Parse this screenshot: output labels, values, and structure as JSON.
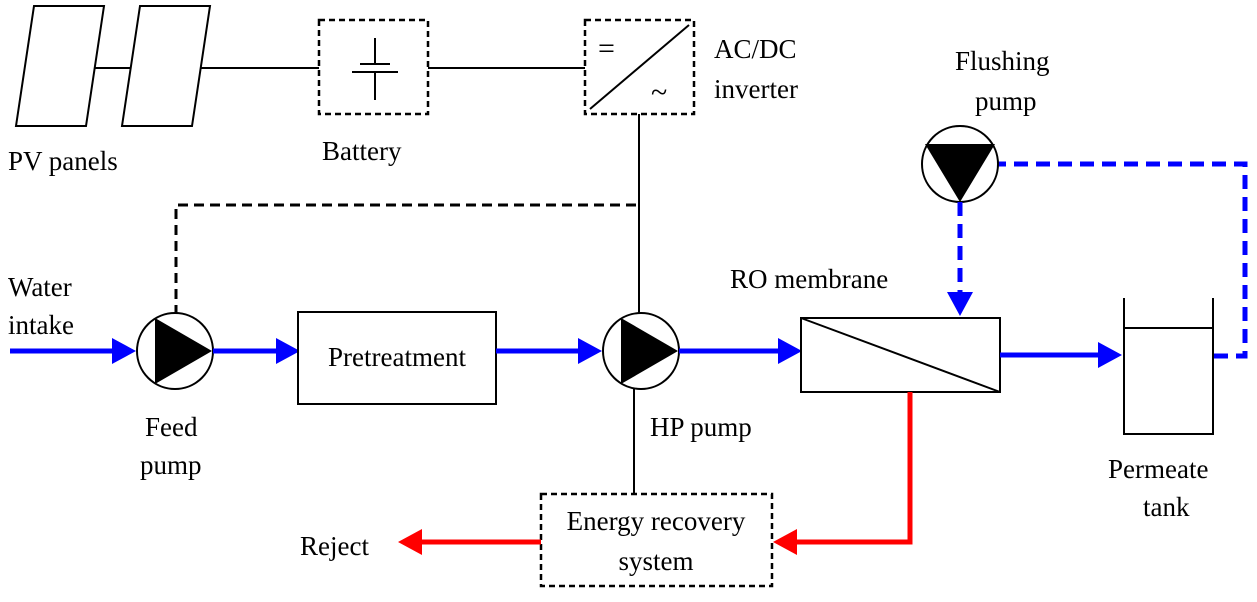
{
  "colors": {
    "water": "#0000ff",
    "reject": "#ff0000",
    "line": "#000000",
    "background": "#ffffff"
  },
  "labels": {
    "pv_panels": "PV panels",
    "battery": "Battery",
    "inverter_line1": "AC/DC",
    "inverter_line2": "inverter",
    "inverter_dc_symbol": "=",
    "inverter_ac_symbol": "~",
    "flushing_pump_line1": "Flushing",
    "flushing_pump_line2": "pump",
    "water_intake_line1": "Water",
    "water_intake_line2": "intake",
    "feed_pump_line1": "Feed",
    "feed_pump_line2": "pump",
    "pretreatment": "Pretreatment",
    "hp_pump": "HP pump",
    "ro_membrane": "RO membrane",
    "permeate_tank_line1": "Permeate",
    "permeate_tank_line2": "tank",
    "energy_recovery_line1": "Energy recovery",
    "energy_recovery_line2": "system",
    "reject": "Reject"
  },
  "icons": {
    "pv_panel": "pv-panel-icon",
    "battery": "battery-symbol-icon",
    "inverter": "inverter-icon",
    "pump": "pump-icon",
    "membrane": "membrane-icon",
    "tank": "tank-icon"
  }
}
